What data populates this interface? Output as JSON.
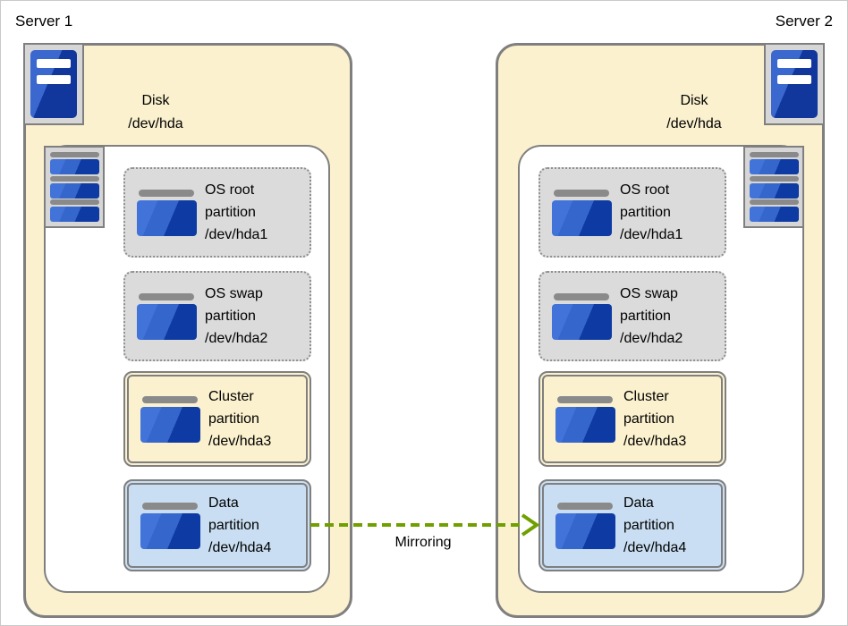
{
  "mirroring": {
    "label": "Mirroring"
  },
  "servers": [
    {
      "name": "Server 1",
      "disk": {
        "title": "Disk",
        "device": "/dev/hda"
      },
      "partitions": [
        {
          "name": "OS root",
          "kind_label": "partition",
          "device": "/dev/hda1",
          "style": "os"
        },
        {
          "name": "OS swap",
          "kind_label": "partition",
          "device": "/dev/hda2",
          "style": "os"
        },
        {
          "name": "Cluster",
          "kind_label": "partition",
          "device": "/dev/hda3",
          "style": "cluster"
        },
        {
          "name": "Data",
          "kind_label": "partition",
          "device": "/dev/hda4",
          "style": "data"
        }
      ]
    },
    {
      "name": "Server 2",
      "disk": {
        "title": "Disk",
        "device": "/dev/hda"
      },
      "partitions": [
        {
          "name": "OS root",
          "kind_label": "partition",
          "device": "/dev/hda1",
          "style": "os"
        },
        {
          "name": "OS swap",
          "kind_label": "partition",
          "device": "/dev/hda2",
          "style": "os"
        },
        {
          "name": "Cluster",
          "kind_label": "partition",
          "device": "/dev/hda3",
          "style": "cluster"
        },
        {
          "name": "Data",
          "kind_label": "partition",
          "device": "/dev/hda4",
          "style": "data"
        }
      ]
    }
  ],
  "icons": {
    "server_tower": "server-tower-icon",
    "disk_stack": "disk-stack-icon",
    "partition": "partition-icon",
    "mirroring_arrow": "arrow-right-icon"
  },
  "colors": {
    "server_fill": "#FBF1CE",
    "border_gray": "#7F7F7F",
    "partition_os_fill": "#DBDBDB",
    "partition_cluster_fill": "#FBF1CE",
    "partition_data_fill": "#C9DEF2",
    "icon_blue_light": "#3A68CF",
    "icon_blue_dark": "#11379C",
    "arrow_green": "#6FA000"
  }
}
